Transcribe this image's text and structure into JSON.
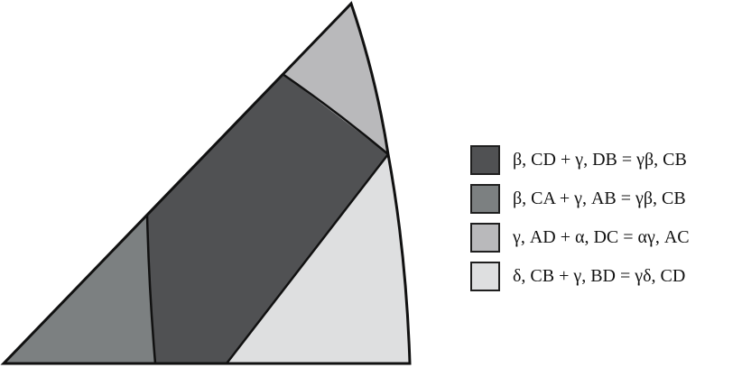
{
  "regions": [
    {
      "id": "top-region",
      "color": "#b9b9bb"
    },
    {
      "id": "right-region",
      "color": "#dedfe0"
    },
    {
      "id": "middle-band",
      "color": "#505153"
    },
    {
      "id": "left-region",
      "color": "#7c8081"
    }
  ],
  "legend": {
    "items": [
      {
        "color": "#505153",
        "label": "β, CD + γ, DB = γβ, CB"
      },
      {
        "color": "#7c8081",
        "label": "β, CA + γ, AB = γβ, CB"
      },
      {
        "color": "#b9b9bb",
        "label": "γ, AD + α, DC = αγ, AC"
      },
      {
        "color": "#dedfe0",
        "label": "δ, CB + γ, BD = γδ, CD"
      }
    ]
  }
}
